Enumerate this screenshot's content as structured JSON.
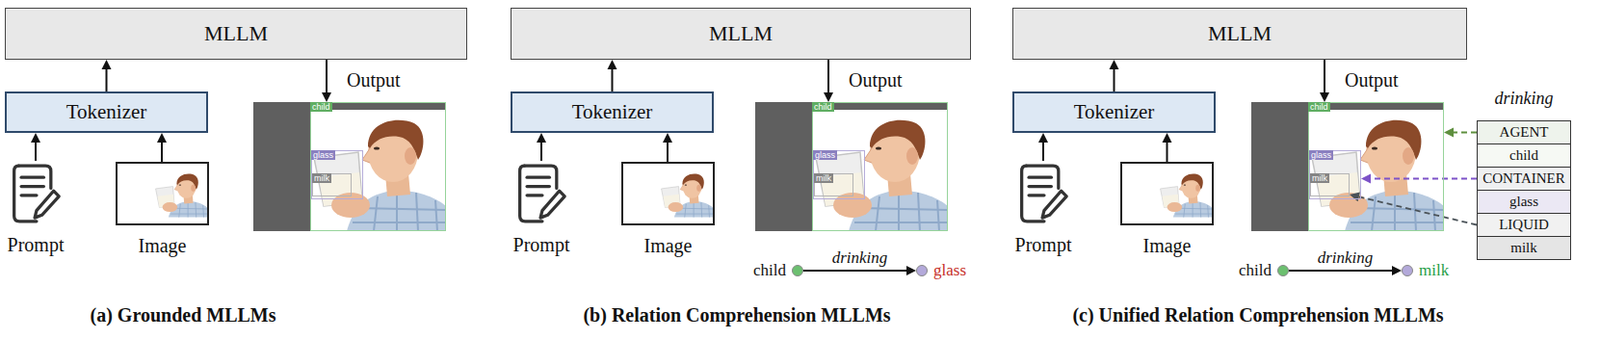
{
  "diagram": {
    "nodes": [
      {
        "text": [
          "MLLM"
        ]
      },
      {
        "text": [
          "Tokenizer"
        ]
      },
      {
        "text": [
          "Prompt"
        ]
      },
      {
        "text": [
          "Image"
        ]
      },
      {
        "text": [
          "Output"
        ]
      },
      {
        "text": [
          "child"
        ],
        "in": 4
      },
      {
        "text": [
          "glass"
        ],
        "in": 5
      },
      {
        "text": [
          "milk"
        ],
        "in": 6
      },
      {
        "text": [
          "MLLM"
        ]
      },
      {
        "text": [
          "Tokenizer"
        ]
      },
      {
        "text": [
          "Prompt"
        ]
      },
      {
        "text": [
          "Image"
        ]
      },
      {
        "text": [
          "Output"
        ]
      },
      {
        "text": [
          "child"
        ],
        "in": 12
      },
      {
        "text": [
          "glass"
        ],
        "in": 13
      },
      {
        "text": [
          "milk"
        ],
        "in": 14
      },
      {
        "text": [
          "child"
        ]
      },
      {
        "text": [
          "glass"
        ]
      },
      {
        "text": [
          "MLLM"
        ]
      },
      {
        "text": [
          "Tokenizer"
        ]
      },
      {
        "text": [
          "Prompt"
        ]
      },
      {
        "text": [
          "Image"
        ]
      },
      {
        "text": [
          "Output"
        ]
      },
      {
        "text": [
          "child"
        ],
        "in": 22
      },
      {
        "text": [
          "glass"
        ],
        "in": 23
      },
      {
        "text": [
          "milk"
        ],
        "in": 24
      },
      {
        "text": [
          "child"
        ]
      },
      {
        "text": [
          "milk"
        ]
      },
      {
        "text": [
          "drinking"
        ]
      },
      {
        "text": [
          "AGENT"
        ],
        "in": 28
      },
      {
        "text": [
          "child"
        ],
        "in": 28
      },
      {
        "text": [
          "CONTAINER"
        ],
        "in": 28
      },
      {
        "text": [
          "glass"
        ],
        "in": 28
      },
      {
        "text": [
          "LIQUID"
        ],
        "in": 28
      },
      {
        "text": [
          "milk"
        ],
        "in": 28
      }
    ],
    "edges": [
      {
        "from": 2,
        "to": 1,
        "arrow": "to"
      },
      {
        "from": 3,
        "to": 1,
        "arrow": "to"
      },
      {
        "from": 1,
        "to": 0,
        "arrow": "to"
      },
      {
        "from": 0,
        "to": 4,
        "arrow": "to"
      },
      {
        "from": 10,
        "to": 9,
        "arrow": "to"
      },
      {
        "from": 11,
        "to": 9,
        "arrow": "to"
      },
      {
        "from": 9,
        "to": 8,
        "arrow": "to"
      },
      {
        "from": 8,
        "to": 12,
        "arrow": "to"
      },
      {
        "from": 16,
        "to": 17,
        "label": "drinking",
        "arrow": "to"
      },
      {
        "from": 20,
        "to": 19,
        "arrow": "to"
      },
      {
        "from": 21,
        "to": 19,
        "arrow": "to"
      },
      {
        "from": 19,
        "to": 18,
        "arrow": "to"
      },
      {
        "from": 18,
        "to": 22,
        "arrow": "to"
      },
      {
        "from": 26,
        "to": 27,
        "label": "drinking",
        "arrow": "to"
      },
      {
        "from": 29,
        "to": 23,
        "arrow": "to"
      },
      {
        "from": 31,
        "to": 24,
        "arrow": "to"
      },
      {
        "from": 33,
        "to": 25,
        "arrow": "to"
      }
    ],
    "labels": [
      "(a) Grounded MLLMs",
      "(b) Relation Comprehension MLLMs",
      "(c) Unified Relation Comprehension MLLMs"
    ]
  }
}
